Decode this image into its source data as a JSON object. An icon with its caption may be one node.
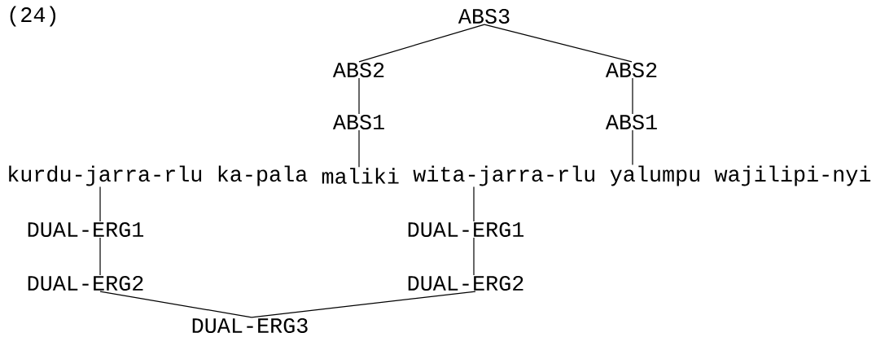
{
  "diagram": {
    "nodes": [
      {
        "text": [
          "ABS3"
        ]
      },
      {
        "text": [
          "ABS2"
        ]
      },
      {
        "text": [
          "ABS2"
        ]
      },
      {
        "text": [
          "ABS1"
        ]
      },
      {
        "text": [
          "ABS1"
        ]
      },
      {
        "text": [
          "kurdu-jarra-rlu"
        ]
      },
      {
        "text": [
          "ka-pala"
        ]
      },
      {
        "text": [
          "maliki"
        ]
      },
      {
        "text": [
          "wita-jarra-rlu"
        ]
      },
      {
        "text": [
          "yalumpu"
        ]
      },
      {
        "text": [
          "wajilipi-nyi"
        ]
      },
      {
        "text": [
          "DUAL-ERG1"
        ]
      },
      {
        "text": [
          "DUAL-ERG1"
        ]
      },
      {
        "text": [
          "DUAL-ERG2"
        ]
      },
      {
        "text": [
          "DUAL-ERG2"
        ]
      },
      {
        "text": [
          "DUAL-ERG3"
        ]
      }
    ],
    "edges": [
      {
        "from": 0,
        "to": 1,
        "arrow": "none"
      },
      {
        "from": 0,
        "to": 2,
        "arrow": "none"
      },
      {
        "from": 1,
        "to": 3,
        "arrow": "none"
      },
      {
        "from": 2,
        "to": 4,
        "arrow": "none"
      },
      {
        "from": 3,
        "to": 7,
        "arrow": "none"
      },
      {
        "from": 4,
        "to": 9,
        "arrow": "none"
      },
      {
        "from": 5,
        "to": 11,
        "arrow": "none"
      },
      {
        "from": 11,
        "to": 13,
        "arrow": "none"
      },
      {
        "from": 8,
        "to": 12,
        "arrow": "none"
      },
      {
        "from": 12,
        "to": 14,
        "arrow": "none"
      },
      {
        "from": 13,
        "to": 15,
        "arrow": "none"
      },
      {
        "from": 14,
        "to": 15,
        "arrow": "none"
      }
    ],
    "labels": [
      "(24)"
    ]
  }
}
